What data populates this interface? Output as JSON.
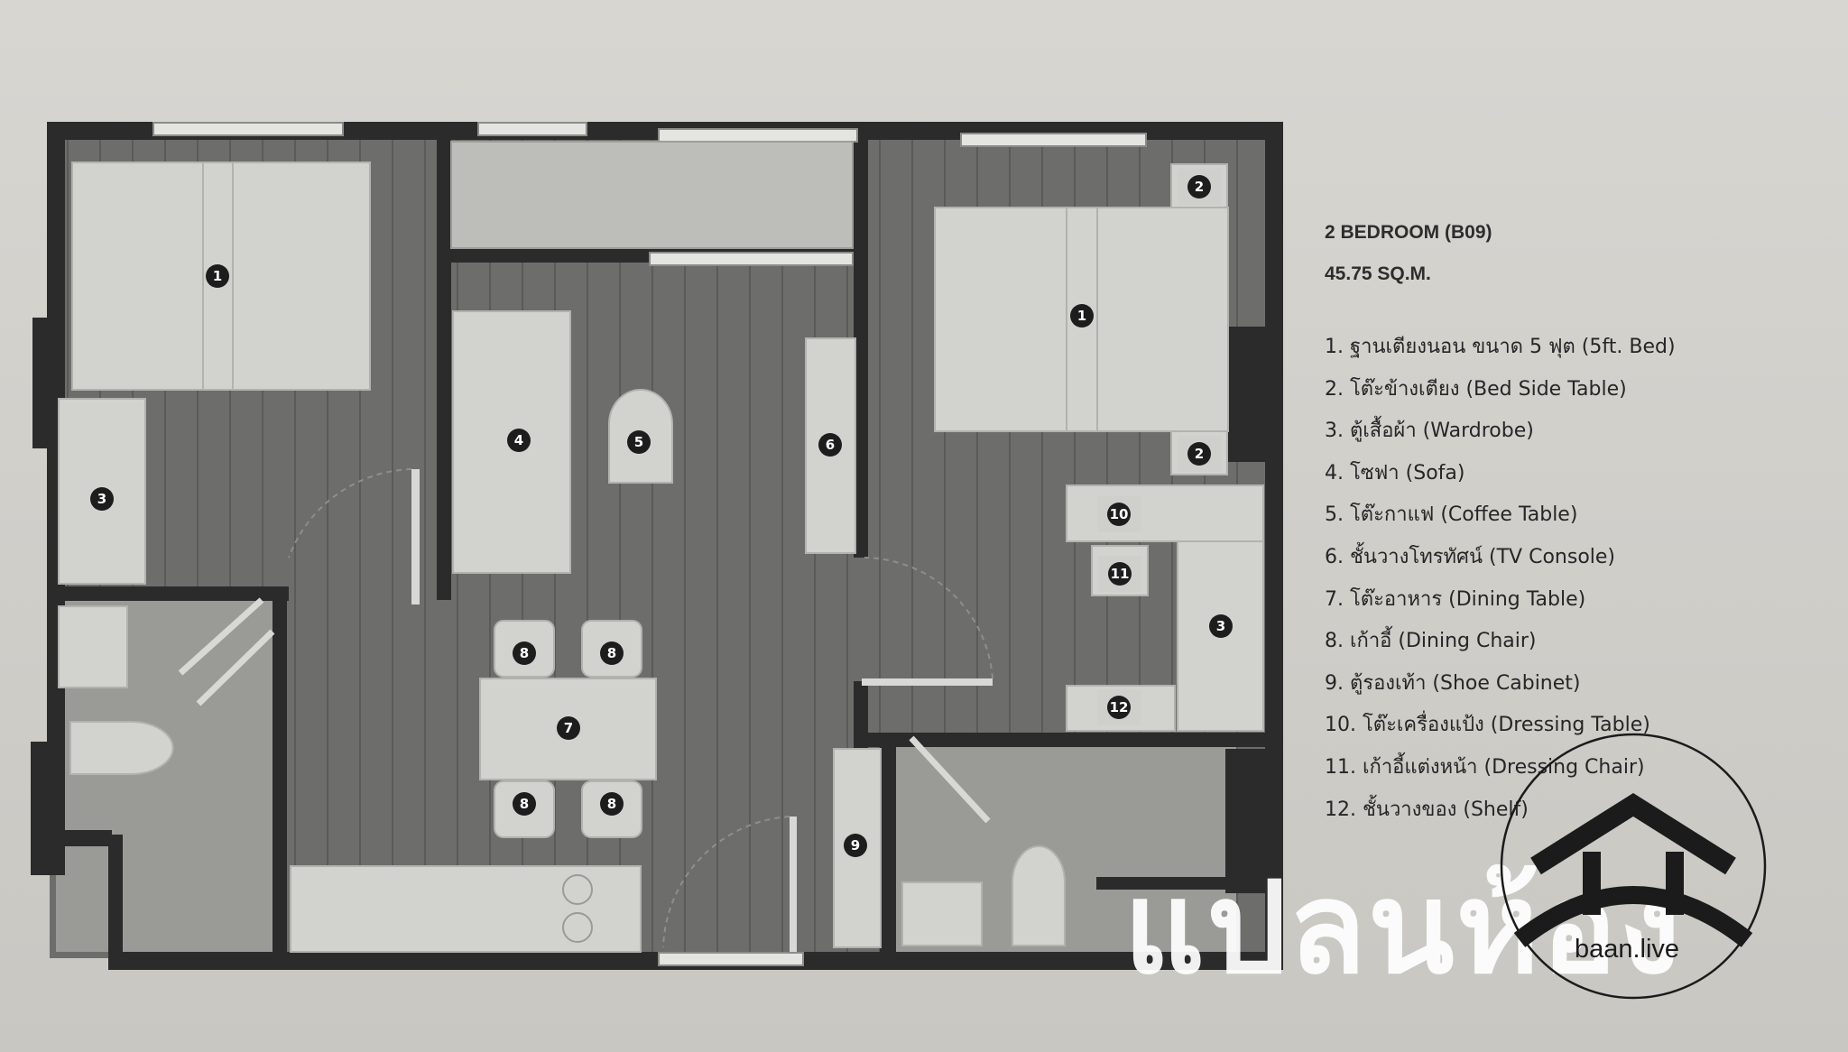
{
  "title": "2 BEDROOM (B09)",
  "area": "45.75 SQ.M.",
  "legend": [
    "1. ฐานเตียงนอน ขนาด 5 ฟุต (5ft. Bed)",
    "2. โต๊ะข้างเตียง (Bed Side Table)",
    "3. ตู้เสื้อผ้า (Wardrobe)",
    "4. โซฟา (Sofa)",
    "5. โต๊ะกาแฟ (Coffee Table)",
    "6. ชั้นวางโทรทัศน์ (TV Console)",
    "7. โต๊ะอาหาร (Dining Table)",
    "8. เก้าอี้ (Dining Chair)",
    "9. ตู้รองเท้า (Shoe Cabinet)",
    "10. โต๊ะเครื่องแป้ง (Dressing Table)",
    "11. เก้าอี้แต่งหน้า (Dressing Chair)",
    "12. ชั้นวางของ (Shelf)"
  ],
  "plan_markers": [
    "1",
    "3",
    "4",
    "5",
    "6",
    "8",
    "8",
    "7",
    "8",
    "8",
    "9",
    "2",
    "1",
    "2",
    "10",
    "11",
    "3",
    "12"
  ],
  "watermark": "แปลนห้อง",
  "logo_text": "baan.live",
  "icons": [
    "house-logo-icon"
  ],
  "colors": {
    "paper": "#d3d1cc",
    "floor": "#6d6d6b",
    "wall": "#2b2b2b",
    "furniture": "#d2d2cf",
    "marker": "#1d1d1d",
    "watermark": "#ffffff"
  }
}
